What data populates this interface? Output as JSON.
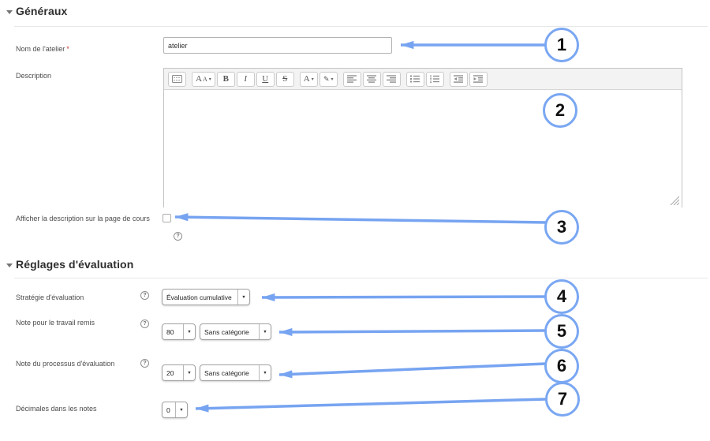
{
  "colors": {
    "accent_blue": "#77a4f1",
    "required_red": "#c63a35"
  },
  "glyphs": {
    "caret": "▾",
    "select_arrow": "▼",
    "help": "?"
  },
  "sections": {
    "general": {
      "title": "Généraux"
    },
    "grading": {
      "title": "Réglages d'évaluation"
    }
  },
  "fields": {
    "name": {
      "label": "Nom de l'atelier",
      "required_mark": "*",
      "value": "atelier"
    },
    "description": {
      "label": "Description"
    },
    "show_description": {
      "label": "Afficher la description sur la page de cours"
    },
    "strategy": {
      "label": "Stratégie d'évaluation",
      "value": "Évaluation cumulative"
    },
    "submission_grade": {
      "label": "Note pour le travail remis",
      "grade_value": "80",
      "category_value": "Sans catégorie"
    },
    "assessment_grade": {
      "label": "Note du processus d'évaluation",
      "grade_value": "20",
      "category_value": "Sans catégorie"
    },
    "decimals": {
      "label": "Décimales dans les notes",
      "value": "0"
    }
  },
  "editor": {
    "buttons": {
      "format": "A",
      "bold": "B",
      "italic": "I",
      "underline": "U",
      "strike": "S",
      "fontcolor": "A",
      "highlight": "✎"
    }
  },
  "callouts": [
    "1",
    "2",
    "3",
    "4",
    "5",
    "6",
    "7"
  ]
}
